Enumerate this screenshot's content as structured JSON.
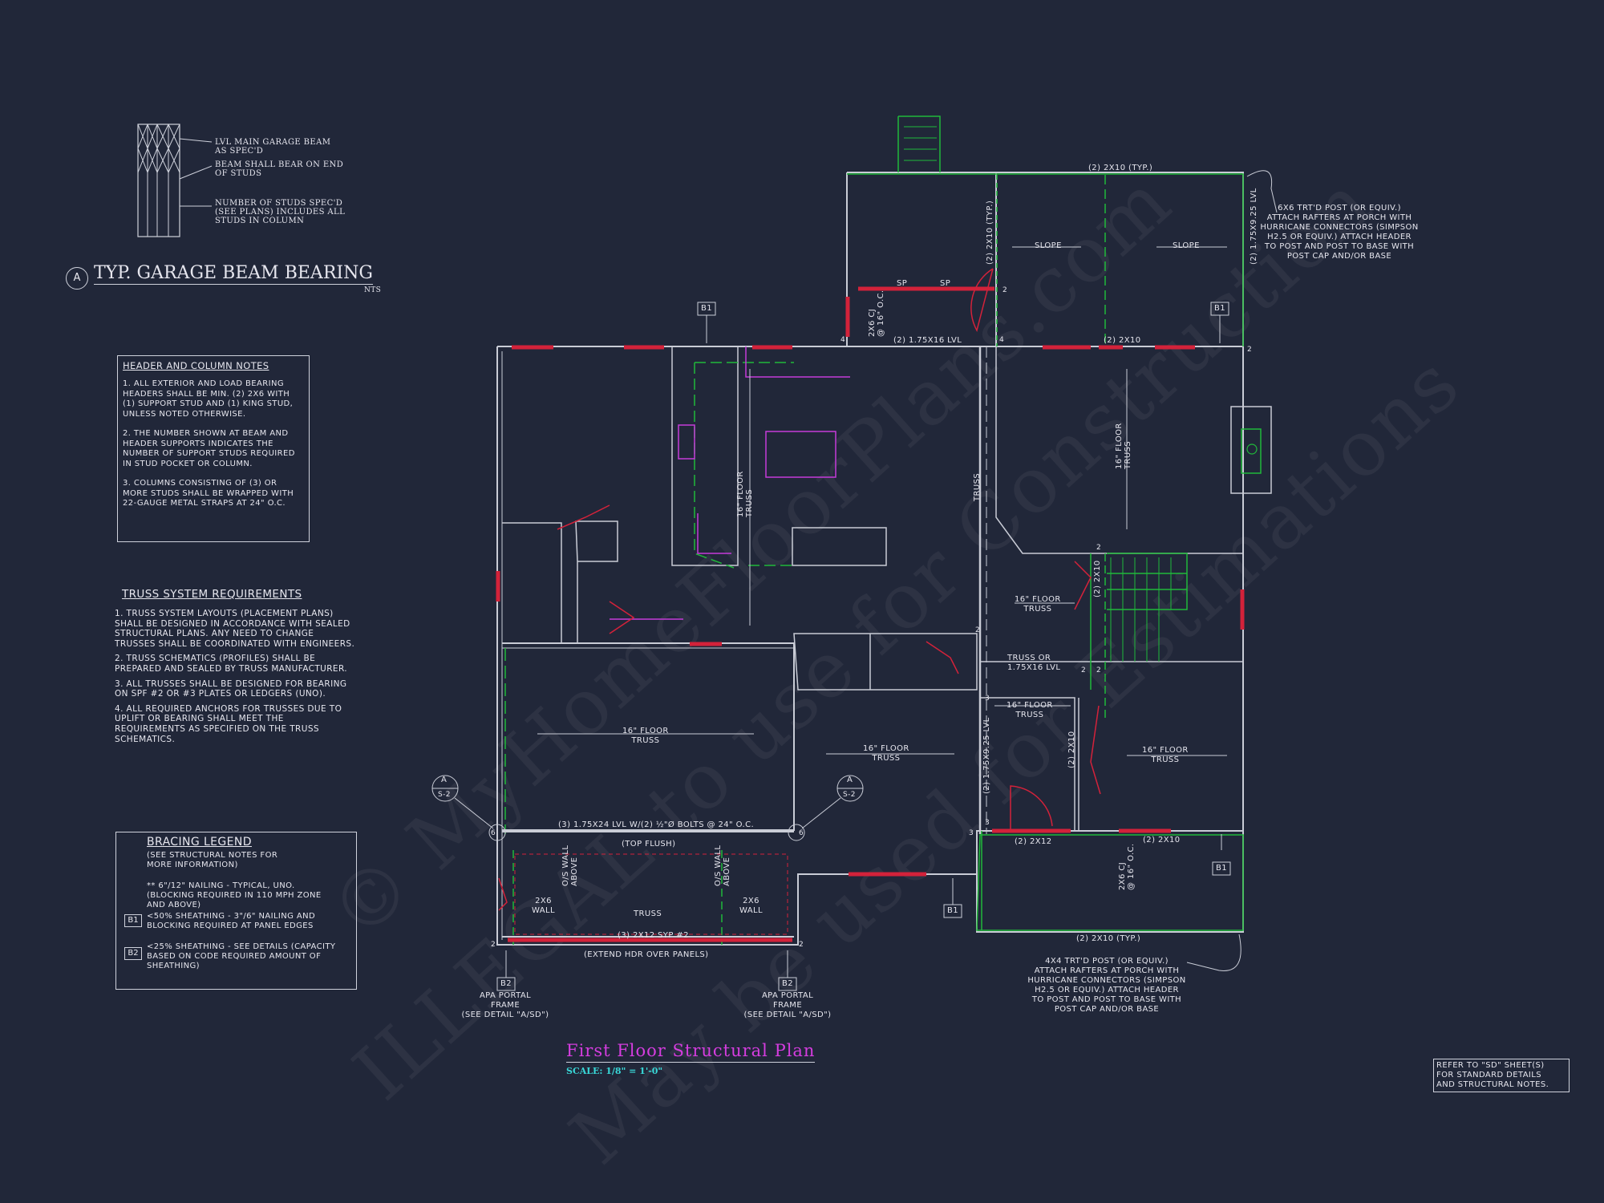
{
  "detail": {
    "marker": "A",
    "title": "TYP. GARAGE BEAM BEARING",
    "scale": "NTS",
    "callouts": [
      "LVL MAIN GARAGE BEAM",
      "AS SPEC'D",
      "BEAM SHALL BEAR ON END",
      "OF STUDS",
      "NUMBER OF STUDS SPEC'D",
      "(SEE PLANS) INCLUDES ALL",
      "STUDS IN COLUMN"
    ]
  },
  "header_notes": {
    "title": "HEADER AND COLUMN NOTES",
    "items": [
      "1. ALL EXTERIOR AND LOAD BEARING HEADERS SHALL BE MIN. (2) 2x6 WITH (1) SUPPORT STUD AND (1) KING STUD, UNLESS NOTED OTHERWISE.",
      "2. THE NUMBER SHOWN AT BEAM AND HEADER SUPPORTS INDICATES THE NUMBER OF SUPPORT STUDS REQUIRED IN STUD POCKET OR COLUMN.",
      "3. COLUMNS CONSISTING OF (3) OR MORE STUDS SHALL BE WRAPPED WITH 22-GAUGE METAL STRAPS AT 24\" O.C."
    ]
  },
  "truss_notes": {
    "title": "TRUSS SYSTEM REQUIREMENTS",
    "items": [
      "1. TRUSS SYSTEM LAYOUTS (PLACEMENT PLANS) SHALL BE DESIGNED IN ACCORDANCE WITH SEALED STRUCTURAL PLANS. ANY NEED TO CHANGE TRUSSES SHALL BE COORDINATED WITH ENGINEERS.",
      "2. TRUSS SCHEMATICS (PROFILES) SHALL BE PREPARED AND SEALED BY TRUSS MANUFACTURER.",
      "3. ALL TRUSSES SHALL BE DESIGNED FOR BEARING ON SPF #2 OR #3 PLATES OR LEDGERS (UNO).",
      "4. ALL REQUIRED ANCHORS FOR TRUSSES DUE TO UPLIFT OR BEARING SHALL MEET THE REQUIREMENTS AS SPECIFIED ON THE TRUSS SCHEMATICS."
    ]
  },
  "bracing": {
    "title": "BRACING LEGEND",
    "subtitle": "(SEE STRUCTURAL NOTES FOR MORE INFORMATION)",
    "nailing": "** 6\"/12\" NAILING - TYPICAL, UNO. (BLOCKING REQUIRED IN 110 MPH ZONE AND ABOVE)",
    "b1_tag": "B1",
    "b1_text": "<50% SHEATHING - 3\"/6\" NAILING AND BLOCKING REQUIRED AT PANEL EDGES",
    "b2_tag": "B2",
    "b2_text": "<25% SHEATHING - SEE DETAILS (CAPACITY BASED ON CODE REQUIRED AMOUNT OF SHEATHING)"
  },
  "plan": {
    "title": "First Floor Structural Plan",
    "scale": "SCALE: 1/8\" = 1'-0\"",
    "labels": {
      "typ_top": "(2) 2x10 (TYP.)",
      "typ_bottom": "(2) 2x10 (TYP.)",
      "slope": "SLOPE",
      "lvl_porch": "(2) 1.75x9.25 LVL",
      "lvl_left": "(2) 1.75x16 LVL",
      "lvl_mid": "(2) 1.75x9.25 LVL",
      "hdr_2x10_rear": "(2) 2x10",
      "hdr_2x10_vert": "(2) 2x10 (TYP.)",
      "floor_truss": "16\" FLOOR",
      "truss": "TRUSS",
      "truss_or": "TRUSS OR",
      "truss_or_lvl": "1.75x16 LVL",
      "cj": "2x6 CJ",
      "cj_oc": "@ 16\" O.C.",
      "sp": "SP",
      "garage_beam": "(3) 1.75x24 LVL w/(2) ½\"ø BOLTS @ 24\" O.C.",
      "top_flush": "(TOP FLUSH)",
      "garage_hdr": "(3) 2x12 SYP #2",
      "extend_hdr": "(EXTEND HDR OVER PANELS)",
      "os_wall": "O/S WALL",
      "above": "ABOVE",
      "wall_2x6": "2x6",
      "wall": "WALL",
      "hdr_2x12": "(2) 2x12",
      "hdr_2x10_front": "(2) 2x10",
      "hdr_2x10_small": "(2) 2x10",
      "section_a": "A",
      "section_sheet": "S-2",
      "b1": "B1",
      "b2": "B2",
      "portal1": "APA PORTAL",
      "portal2": "FRAME",
      "portal3": "(SEE DETAIL \"A/SD\")",
      "post_rear": [
        "6x6 TRT'D POST (OR EQUIV.)",
        "ATTACH RAFTERS AT PORCH WITH",
        "HURRICANE CONNECTORS (SIMPSON",
        "H2.5 OR EQUIV.) ATTACH HEADER",
        "TO POST AND POST TO BASE WITH",
        "POST CAP AND/OR BASE"
      ],
      "post_front": [
        "4x4 TRT'D POST (OR EQUIV.)",
        "ATTACH RAFTERS AT PORCH WITH",
        "HURRICANE CONNECTORS (SIMPSON",
        "H2.5 OR EQUIV.) ATTACH HEADER",
        "TO POST AND POST TO BASE WITH",
        "POST CAP AND/OR BASE"
      ],
      "n2": "2",
      "n3": "3",
      "n4": "4",
      "n6": "6"
    }
  },
  "refer": [
    "REFER TO \"SD\" SHEET(S)",
    "FOR STANDARD DETAILS",
    "AND STRUCTURAL NOTES."
  ],
  "watermarks": [
    "© MyHomeFloorPlans.com",
    "ILLEGAL to use for Construction",
    "May be used for Estimations"
  ],
  "colors": {
    "background": "#212739",
    "wall": "#c9ccd6",
    "header_red": "#d3223a",
    "green": "#20b93a",
    "magenta": "#c53bd9",
    "title_magenta": "#d63de0",
    "scale_cyan": "#39d8d8"
  }
}
